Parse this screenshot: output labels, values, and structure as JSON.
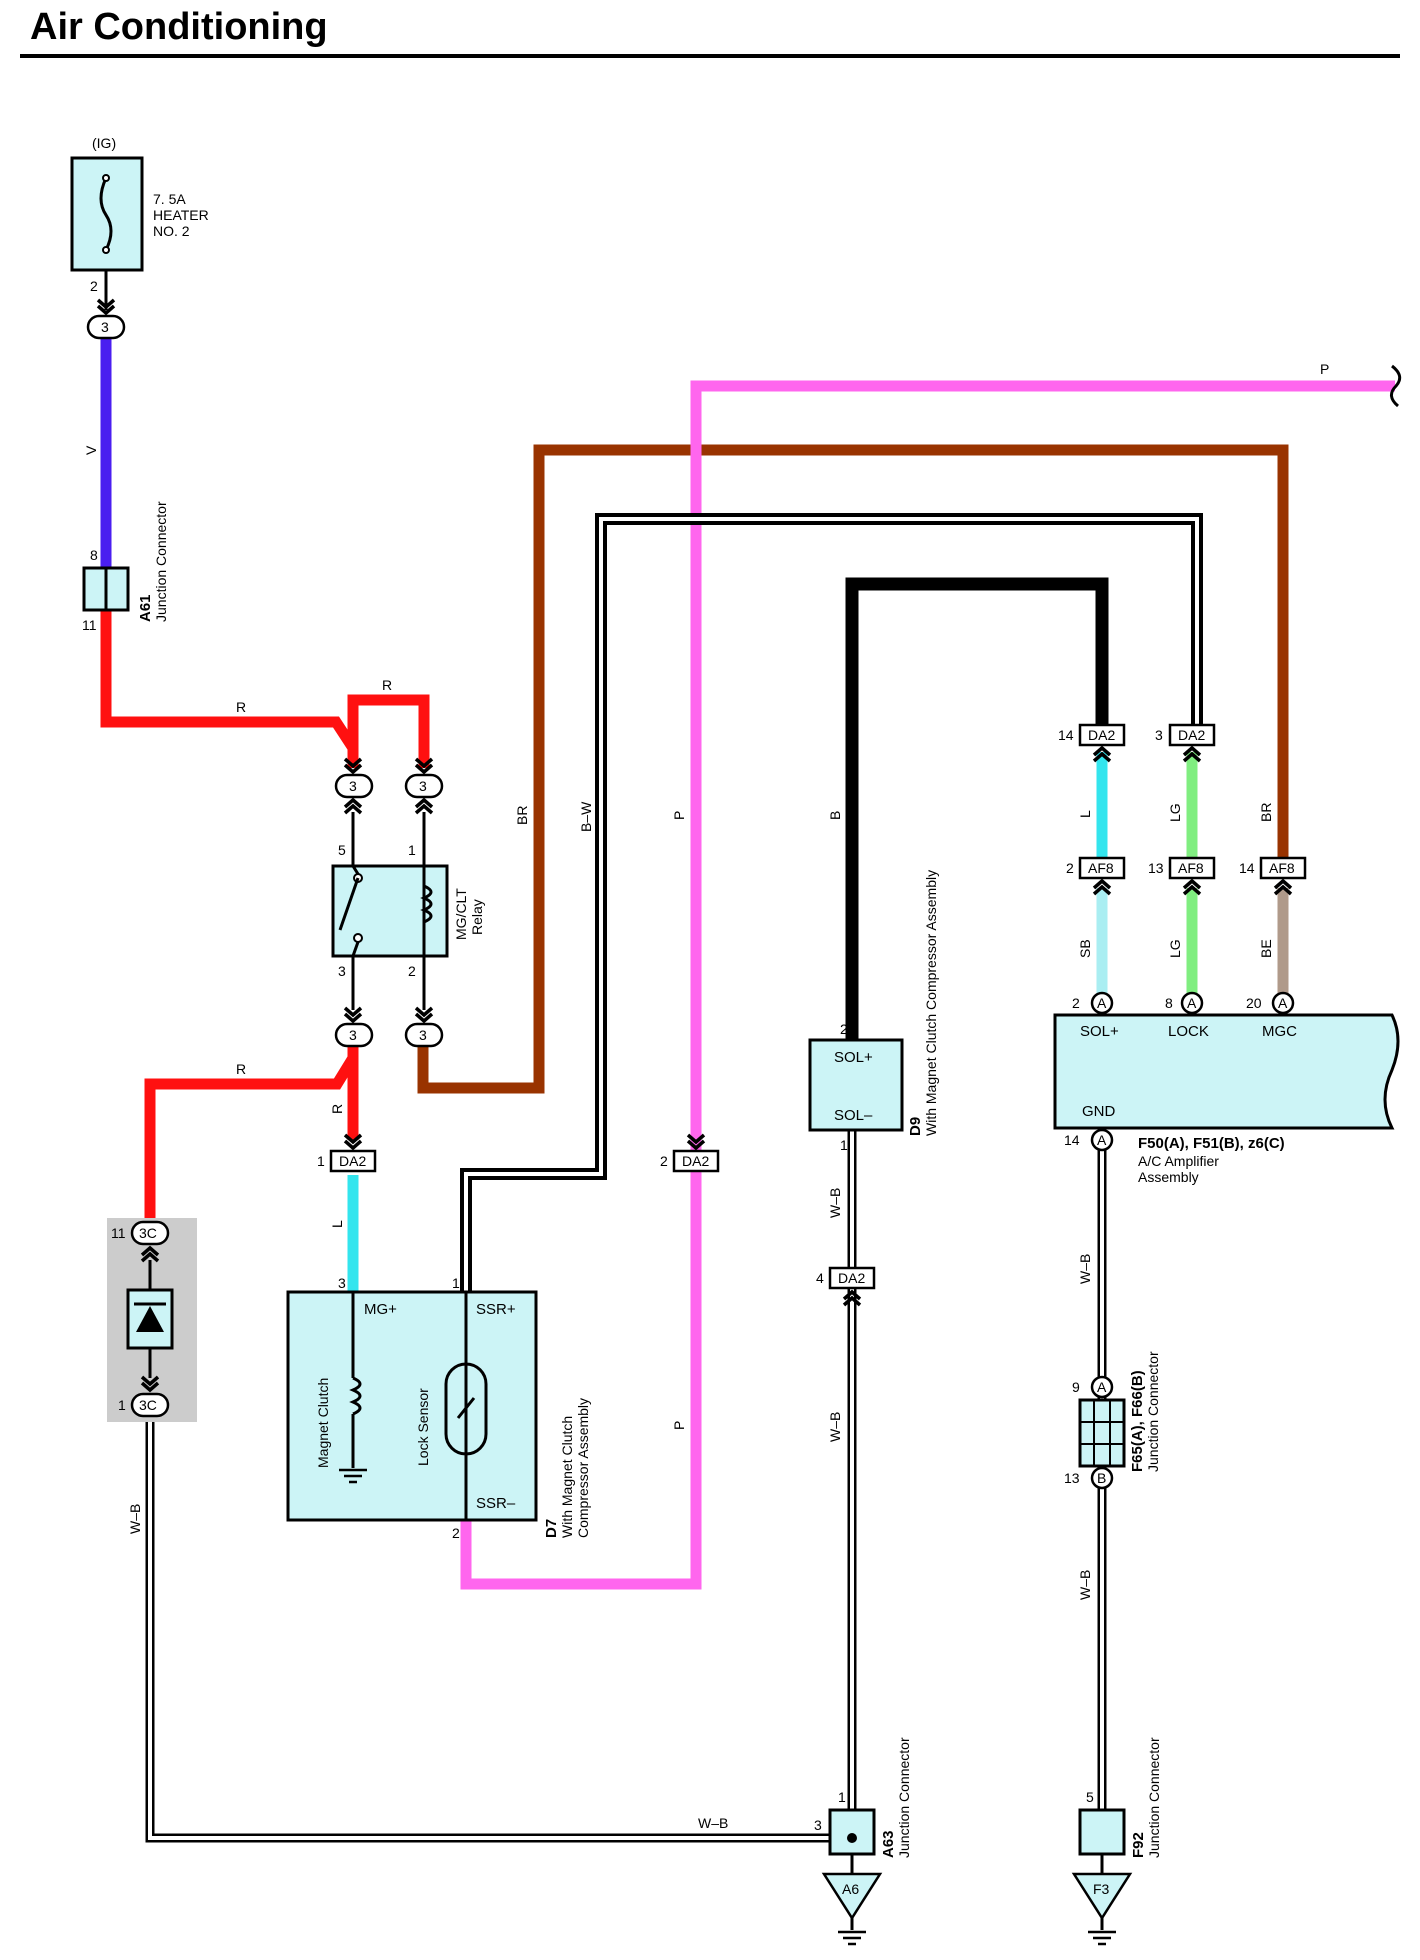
{
  "page": {
    "title": "Air Conditioning"
  },
  "colors": {
    "violet": "#4a1ef0",
    "red": "#ff1010",
    "brown": "#993300",
    "pink": "#ff66ee",
    "black": "#000000",
    "white": "#ffffff",
    "light_blue": "#33e5ee",
    "sky_blue": "#aaeef2",
    "light_green": "#80ee80",
    "beige": "#b09a8a",
    "component_fill": "#ccf4f6",
    "diode_shade": "#cccccc"
  },
  "fuse": {
    "source": "(IG)",
    "rating": "7. 5A",
    "name_line1": "HEATER",
    "name_line2": "NO. 2",
    "pin": "2",
    "conn": "3"
  },
  "a61": {
    "code": "A61",
    "name": "Junction Connector",
    "pin_top": "8",
    "pin_bottom": "11"
  },
  "relay": {
    "name_line1": "MG/CLT",
    "name_line2": "Relay",
    "pin_tl": "5",
    "pin_tr": "1",
    "pin_bl": "3",
    "pin_br": "2",
    "conn": "3"
  },
  "diode": {
    "conn": "3C",
    "pin_top": "11",
    "pin_bottom": "1"
  },
  "d7": {
    "code": "D7",
    "desc_line1": "With Magnet Clutch",
    "desc_line2": "Compressor Assembly",
    "term_mg": "MG+",
    "term_ssr_plus": "SSR+",
    "term_ssr_minus": "SSR–",
    "clutch": "Magnet Clutch",
    "sensor": "Lock Sensor",
    "pin_mg": "3",
    "pin_ssr_plus": "1",
    "pin_ssr_minus": "2"
  },
  "d9": {
    "code": "D9",
    "desc": "With Magnet Clutch Compressor Assembly",
    "term_plus": "SOL+",
    "term_minus": "SOL–",
    "pin_top": "2",
    "pin_bottom": "1"
  },
  "amp": {
    "code": "F50(A), F51(B), z6(C)",
    "name_line1": "A/C Amplifier",
    "name_line2": "Assembly",
    "term_sol": "SOL+",
    "term_lock": "LOCK",
    "term_mgc": "MGC",
    "term_gnd": "GND",
    "pin_sol": "2",
    "pin_lock": "8",
    "pin_mgc": "20",
    "pin_gnd": "14",
    "conn": "A"
  },
  "da2": {
    "label": "DA2",
    "pin_l": "1",
    "pin_p": "2",
    "pin_wb": "4",
    "pin_b": "14",
    "pin_lg": "3"
  },
  "af8": {
    "label": "AF8",
    "pin_sb": "2",
    "pin_lg": "13",
    "pin_be": "14"
  },
  "f65": {
    "code": "F65(A), F66(B)",
    "name": "Junction Connector",
    "pin_top": "9",
    "pin_bottom": "13",
    "conn_top": "A",
    "conn_bottom": "B"
  },
  "a63": {
    "code": "A63",
    "name": "Junction Connector",
    "pin_top": "1",
    "pin_left": "3",
    "ground": "A6"
  },
  "f92": {
    "code": "F92",
    "name": "Junction Connector",
    "pin_top": "5",
    "ground": "F3"
  },
  "wires": {
    "v": "V",
    "r": "R",
    "br": "BR",
    "bw": "B–W",
    "p": "P",
    "b": "B",
    "l": "L",
    "lg": "LG",
    "sb": "SB",
    "be": "BE",
    "wb": "W–B"
  }
}
